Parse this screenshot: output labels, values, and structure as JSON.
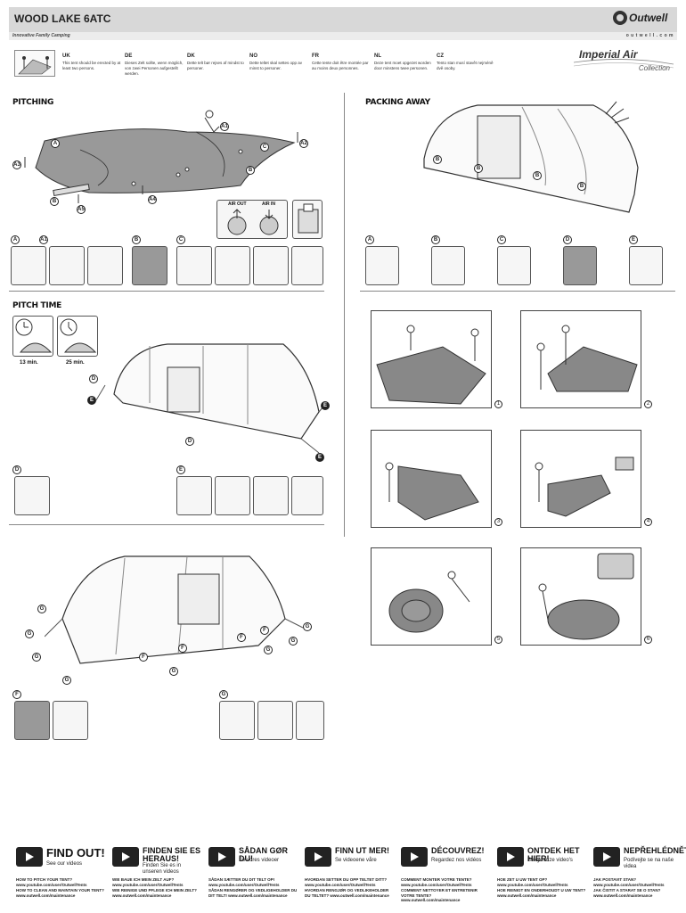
{
  "header": {
    "title": "WOOD LAKE 6ATC",
    "subtitle": "Innovative Family Camping",
    "website": "o u t w e l l . c o m",
    "brand": "Outwell"
  },
  "collection": {
    "title": "Imperial Air",
    "sub": "Collection"
  },
  "languages": [
    {
      "code": "UK",
      "text": "This tent should be erected by at least two persons."
    },
    {
      "code": "DE",
      "text": "Dieses Zelt sollte, wenn möglich, von zwei Personen aufgestellt werden."
    },
    {
      "code": "DK",
      "text": "Dette telt bør rejses af mindst to personer."
    },
    {
      "code": "NO",
      "text": "Dette teltet skal settes opp av minst to personer."
    },
    {
      "code": "FR",
      "text": "Cette tente doit être montée par au moins deux personnes."
    },
    {
      "code": "NL",
      "text": "Deze tent moet opgezet worden door minstens twee personen."
    },
    {
      "code": "CZ",
      "text": "Tento stan musí stavět nejméně dvě osoby."
    }
  ],
  "sections": {
    "pitching": "PITCHING",
    "packing_away": "PACKING AWAY",
    "pitch_time": "PITCH TIME"
  },
  "air": {
    "out": "AIR OUT",
    "in": "AIR IN"
  },
  "pitch_times": {
    "t1": "13 min.",
    "t2": "25 min."
  },
  "step_labels": {
    "a": "A",
    "a1": "A1",
    "a2": "A2",
    "a3": "A3",
    "a4": "A4",
    "a5": "A5",
    "b": "B",
    "c": "C",
    "d": "D",
    "e": "E",
    "f": "F",
    "g": "G"
  },
  "packing_steps": [
    "1",
    "2",
    "3",
    "4",
    "5",
    "6"
  ],
  "footer": [
    {
      "head": "FIND OUT!",
      "sub": "See our videos",
      "l1": "HOW TO PITCH YOUR TENT? www.youtube.com/user/OutwellTents",
      "l2": "HOW TO CLEAN AND MAINTAIN YOUR TENT? www.outwell.com/maintenance"
    },
    {
      "head": "FINDEN SIE ES HERAUS!",
      "sub": "Finden Sie es in unseren videos",
      "l1": "WIE BAUE ICH MEIN ZELT AUF? www.youtube.com/user/OutwellTents",
      "l2": "WIE REINIGE UND PFLEGE ICH MEIN ZELT? www.outwell.com/maintenance"
    },
    {
      "head": "SÅDAN GØR DU!",
      "sub": "Se vores videoer",
      "l1": "SÅDAN SÆTTER DU DIT TELT OP! www.youtube.com/user/OutwellTents",
      "l2": "SÅDAN RENGØRER OG VEDLIGEHOLDER DU DIT TELT! www.outwell.com/maintenance"
    },
    {
      "head": "FINN UT MER!",
      "sub": "Se videoene våre",
      "l1": "HVORDAN SETTER DU OPP TELTET DITT? www.youtube.com/user/OutwellTents",
      "l2": "HVORDAN RENGJØR OG VEDLIKEHOLDER DU TELTET? www.outwell.com/maintenance"
    },
    {
      "head": "DÉCOUVREZ!",
      "sub": "Regardez nos vidéos",
      "l1": "COMMENT MONTER VOTRE TENTE? www.youtube.com/user/OutwellTents",
      "l2": "COMMENT NETTOYER ET ENTRETENIR VOTRE TENTE? www.outwell.com/maintenance"
    },
    {
      "head": "ONTDEK HET HIER!",
      "sub": "Bekijk onze video's",
      "l1": "HOE ZET U UW TENT OP? www.youtube.com/user/OutwellTents",
      "l2": "HOE REINIGT EN ONDERHOUDT U UW TENT? www.outwell.com/maintenance"
    },
    {
      "head": "NEPŘEHLÉDNĚTE!",
      "sub": "Podívejte se na naše videa",
      "l1": "JAK POSTAVIT STAN? www.youtube.com/user/OutwellTents",
      "l2": "JAK ČISTIT A STARAT SE O STAN? www.outwell.com/maintenance"
    }
  ]
}
